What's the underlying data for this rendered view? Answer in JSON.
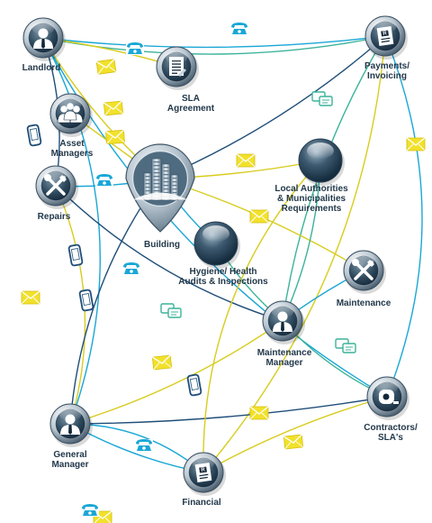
{
  "diagram": {
    "nodes": [
      {
        "id": "landlord",
        "lines": [
          "Landlord"
        ],
        "icon": "person-icon"
      },
      {
        "id": "sla",
        "lines": [
          "SLA",
          "Agreement"
        ],
        "icon": "document-icon"
      },
      {
        "id": "payments",
        "lines": [
          "Payments/",
          "Invoicing"
        ],
        "icon": "invoice-icon"
      },
      {
        "id": "asset",
        "lines": [
          "Asset",
          "Managers"
        ],
        "icon": "group-icon"
      },
      {
        "id": "building",
        "lines": [
          "Building"
        ],
        "icon": "building-icon"
      },
      {
        "id": "local",
        "lines": [
          "Local Authorities",
          "& Municipalities",
          "Requirements"
        ],
        "icon": "orb-icon"
      },
      {
        "id": "repairs",
        "lines": [
          "Repairs"
        ],
        "icon": "tools-icon"
      },
      {
        "id": "hygiene",
        "lines": [
          "Hygiene/ Health",
          "Audits & Inspections"
        ],
        "icon": "orb-icon"
      },
      {
        "id": "maintenance",
        "lines": [
          "Maintenance"
        ],
        "icon": "tools-icon"
      },
      {
        "id": "mmanager",
        "lines": [
          "Maintenance",
          "Manager"
        ],
        "icon": "person-icon"
      },
      {
        "id": "contractors",
        "lines": [
          "Contractors/",
          "SLA's"
        ],
        "icon": "tape-measure-icon"
      },
      {
        "id": "general",
        "lines": [
          "General",
          "Manager"
        ],
        "icon": "person-icon"
      },
      {
        "id": "financial",
        "lines": [
          "Financial"
        ],
        "icon": "invoice-icon"
      }
    ],
    "edges": [
      {
        "from": "landlord",
        "to": "payments",
        "color": "#1aa7d6"
      },
      {
        "from": "landlord",
        "to": "payments",
        "color": "#3bb39a"
      },
      {
        "from": "landlord",
        "to": "sla",
        "color": "#d8cc1e"
      },
      {
        "from": "landlord",
        "to": "building",
        "color": "#d8cc1e"
      },
      {
        "from": "landlord",
        "to": "repairs",
        "color": "#1f4e79"
      },
      {
        "from": "landlord",
        "to": "general",
        "color": "#1aa7d6"
      },
      {
        "from": "landlord",
        "to": "contractors",
        "color": "#1aa7d6"
      },
      {
        "from": "payments",
        "to": "financial",
        "color": "#d8cc1e"
      },
      {
        "from": "payments",
        "to": "contractors",
        "color": "#1aa7d6"
      },
      {
        "from": "payments",
        "to": "building",
        "color": "#1f4e79"
      },
      {
        "from": "payments",
        "to": "mmanager",
        "color": "#3bb39a"
      },
      {
        "from": "asset",
        "to": "building",
        "color": "#d8cc1e"
      },
      {
        "from": "repairs",
        "to": "building",
        "color": "#1aa7d6"
      },
      {
        "from": "repairs",
        "to": "mmanager",
        "color": "#1f4e79"
      },
      {
        "from": "repairs",
        "to": "general",
        "color": "#d8cc1e"
      },
      {
        "from": "building",
        "to": "local",
        "color": "#d8cc1e"
      },
      {
        "from": "building",
        "to": "maintenance",
        "color": "#d8cc1e"
      },
      {
        "from": "building",
        "to": "general",
        "color": "#1f4e79"
      },
      {
        "from": "building",
        "to": "hygiene",
        "color": "#1aa7d6"
      },
      {
        "from": "hygiene",
        "to": "mmanager",
        "color": "#3bb39a"
      },
      {
        "from": "local",
        "to": "mmanager",
        "color": "#3bb39a"
      },
      {
        "from": "maintenance",
        "to": "mmanager",
        "color": "#1aa7d6"
      },
      {
        "from": "mmanager",
        "to": "general",
        "color": "#d8cc1e"
      },
      {
        "from": "mmanager",
        "to": "contractors",
        "color": "#3bb39a"
      },
      {
        "from": "general",
        "to": "contractors",
        "color": "#1f4e79"
      },
      {
        "from": "general",
        "to": "financial",
        "color": "#1aa7d6"
      },
      {
        "from": "financial",
        "to": "contractors",
        "color": "#d8cc1e"
      },
      {
        "from": "financial",
        "to": "local",
        "color": "#d8cc1e"
      },
      {
        "from": "general",
        "to": "financial",
        "color": "#1aa7d6"
      }
    ],
    "markers": [
      {
        "type": "envelope-icon",
        "color": "#f2e12b"
      },
      {
        "type": "envelope-icon",
        "color": "#f2e12b"
      },
      {
        "type": "envelope-icon",
        "color": "#f2e12b"
      },
      {
        "type": "envelope-icon",
        "color": "#f2e12b"
      },
      {
        "type": "envelope-icon",
        "color": "#f2e12b"
      },
      {
        "type": "envelope-icon",
        "color": "#f2e12b"
      },
      {
        "type": "envelope-icon",
        "color": "#f2e12b"
      },
      {
        "type": "envelope-icon",
        "color": "#f2e12b"
      },
      {
        "type": "envelope-icon",
        "color": "#f2e12b"
      },
      {
        "type": "envelope-icon",
        "color": "#f2e12b"
      },
      {
        "type": "envelope-icon",
        "color": "#f2e12b"
      },
      {
        "type": "phone-icon",
        "color": "#1aa7d6"
      },
      {
        "type": "phone-icon",
        "color": "#1aa7d6"
      },
      {
        "type": "phone-icon",
        "color": "#1aa7d6"
      },
      {
        "type": "phone-icon",
        "color": "#1aa7d6"
      },
      {
        "type": "phone-icon",
        "color": "#1aa7d6"
      },
      {
        "type": "phone-icon",
        "color": "#1aa7d6"
      },
      {
        "type": "mobile-icon",
        "color": "#1f4e79"
      },
      {
        "type": "mobile-icon",
        "color": "#1f4e79"
      },
      {
        "type": "mobile-icon",
        "color": "#1f4e79"
      },
      {
        "type": "mobile-icon",
        "color": "#1f4e79"
      },
      {
        "type": "chat-bubble-icon",
        "color": "#3bb39a"
      },
      {
        "type": "chat-bubble-icon",
        "color": "#3bb39a"
      },
      {
        "type": "chat-bubble-icon",
        "color": "#3bb39a"
      }
    ]
  }
}
